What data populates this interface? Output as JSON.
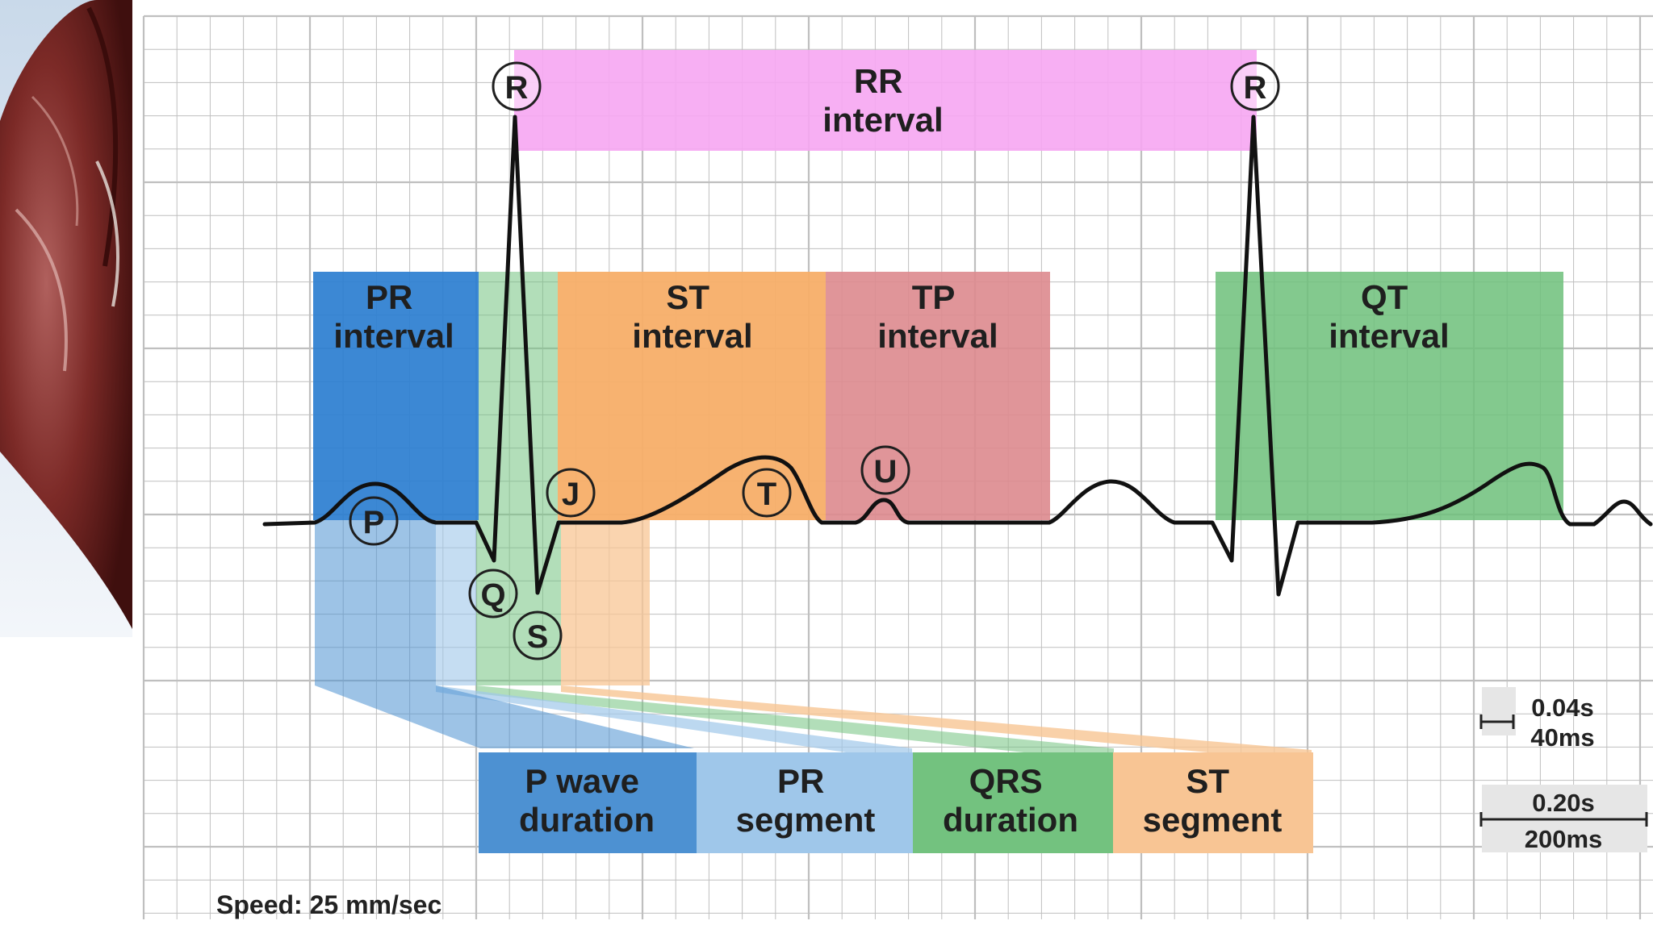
{
  "diagram": {
    "intervals": {
      "rr": [
        "RR",
        "interval"
      ],
      "pr": [
        "PR",
        "interval"
      ],
      "st": [
        "ST",
        "interval"
      ],
      "tp": [
        "TP",
        "interval"
      ],
      "qt": [
        "QT",
        "interval"
      ]
    },
    "segments": {
      "p_wave": [
        "P wave",
        "duration"
      ],
      "pr_segment": [
        "PR",
        "segment"
      ],
      "qrs": [
        "QRS",
        "duration"
      ],
      "st_segment": [
        "ST",
        "segment"
      ]
    },
    "wave_letters": {
      "r1": "R",
      "r2": "R",
      "p": "P",
      "q": "Q",
      "s": "S",
      "j": "J",
      "t": "T",
      "u": "U"
    },
    "scale": {
      "small_box": [
        "0.04s",
        "40ms"
      ],
      "large_box": [
        "0.20s",
        "200ms"
      ]
    },
    "speed_label": "Speed: 25 mm/sec",
    "colors": {
      "rr": "#f6a6f2",
      "pr": "#2b7ed0",
      "st": "#f7ae68",
      "tp": "#dd8a8e",
      "qt": "#6dc07a",
      "p_wave_duration": "#4d91d2",
      "pr_segment": "#9fc7ea",
      "qrs_duration": "#73c27f",
      "st_segment": "#f8c594",
      "trace": "#111111",
      "grid": "#bfbfbf"
    }
  }
}
